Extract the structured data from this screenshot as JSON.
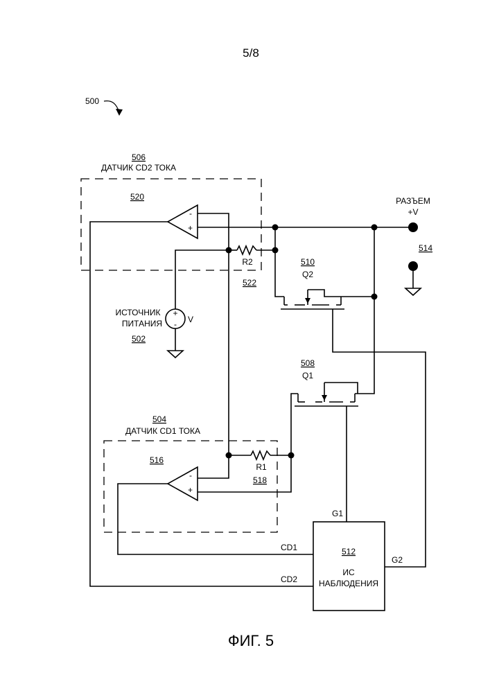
{
  "page_number": "5/8",
  "figure_ref": "500",
  "figure_caption": "ФИГ. 5",
  "blocks": {
    "sensor_cd2": {
      "ref": "506",
      "title": "ДАТЧИК CD2 ТОКА",
      "amp_ref": "520"
    },
    "sensor_cd1": {
      "ref": "504",
      "title": "ДАТЧИК CD1 ТОКА",
      "amp_ref": "516"
    },
    "power_source": {
      "line1": "ИСТОЧНИК",
      "line2": "ПИТАНИЯ",
      "ref": "502",
      "v_label": "V"
    },
    "transistor_q2": {
      "ref": "510",
      "name": "Q2"
    },
    "transistor_q1": {
      "ref": "508",
      "name": "Q1"
    },
    "monitor_ic": {
      "ref": "512",
      "line1": "ИС",
      "line2": "НАБЛЮДЕНИЯ"
    },
    "connector": {
      "line1": "РАЗЪЕМ",
      "line2": "+V",
      "ground_ref": "514"
    }
  },
  "resistors": {
    "r2": {
      "name": "R2",
      "ref": "522"
    },
    "r1": {
      "name": "R1",
      "ref": "518"
    }
  },
  "signals": {
    "g1": "G1",
    "g2": "G2",
    "cd1": "CD1",
    "cd2": "CD2"
  },
  "opamp_pins": {
    "minus": "-",
    "plus": "+"
  },
  "source_pins": {
    "plus": "+",
    "minus": "-"
  }
}
